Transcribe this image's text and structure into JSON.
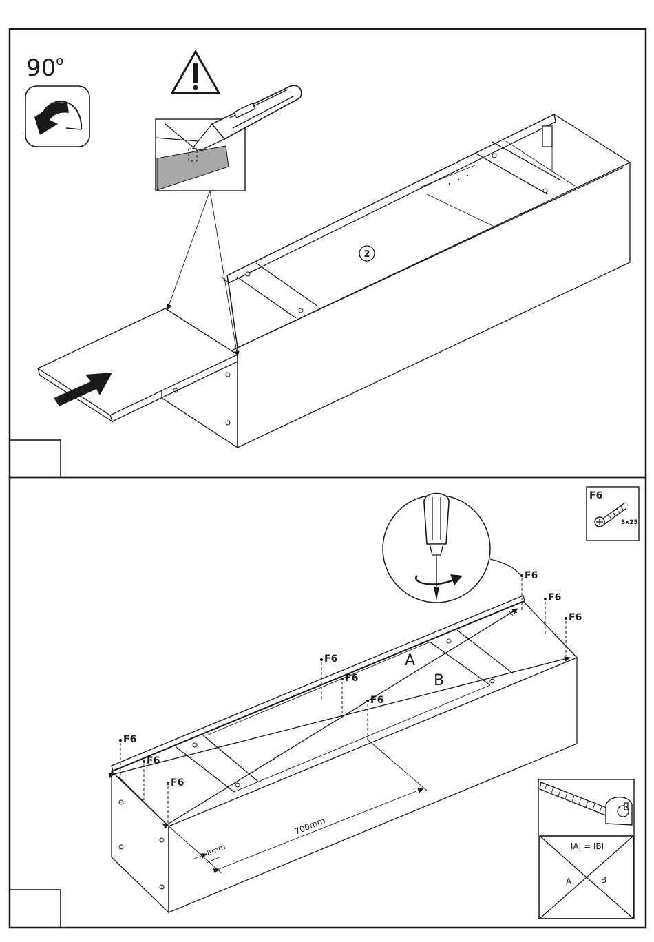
{
  "step_top": {
    "rotation_label": "90",
    "rotation_unit": "o",
    "panel_number": "2",
    "step_number": ""
  },
  "step_bottom": {
    "fastener_box": {
      "code": "F6",
      "quantity": "3x25"
    },
    "fastener_labels": [
      "F6",
      "F6",
      "F6",
      "F6",
      "F6",
      "F6",
      "F6",
      "F6",
      "F6"
    ],
    "diagonal_a": "A",
    "diagonal_b": "B",
    "dim_long": "700mm",
    "dim_short": "8mm",
    "check_formula": "IAI = IBI",
    "check_a": "A",
    "check_b": "B",
    "step_number": ""
  },
  "colors": {
    "line": "#1a1a1a",
    "shade": "#a8a8a8",
    "paper": "#ffffff"
  }
}
